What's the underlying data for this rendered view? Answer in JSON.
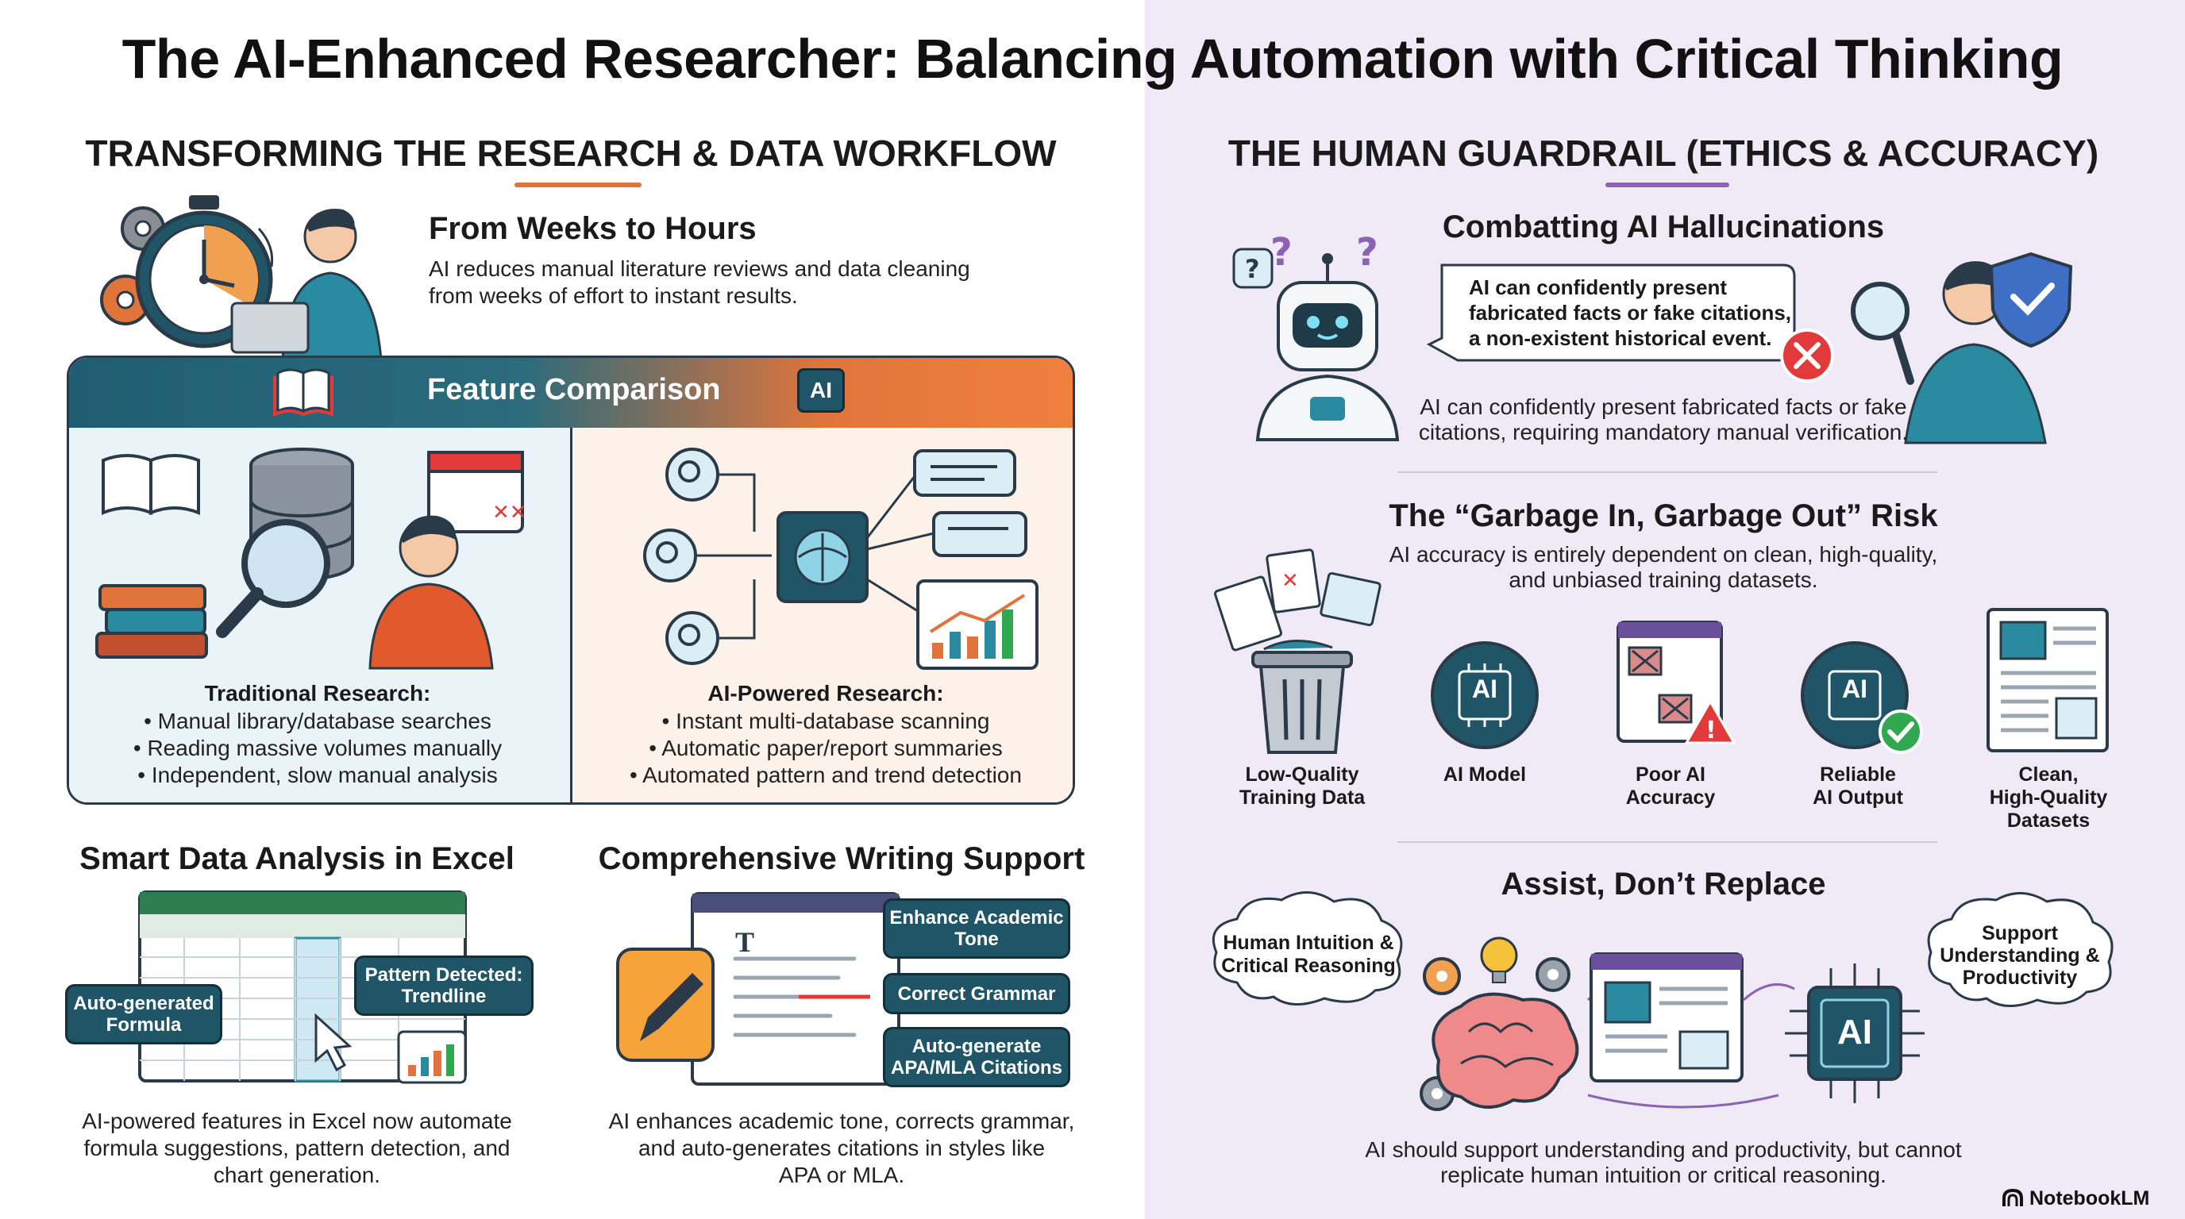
{
  "title": "The AI-Enhanced Researcher: Balancing Automation with Critical Thinking",
  "left": {
    "section_title": "TRANSFORMING THE RESEARCH & DATA WORKFLOW",
    "weeks": {
      "heading": "From Weeks to Hours",
      "body": [
        "AI reduces manual literature reviews and data cleaning",
        "from weeks of effort to instant results."
      ]
    },
    "comparison": {
      "header": "Feature Comparison",
      "ai_badge": "AI",
      "traditional": {
        "title": "Traditional Research:",
        "items": [
          "• Manual library/database searches",
          "• Reading massive volumes manually",
          "• Independent, slow manual analysis"
        ]
      },
      "ai_powered": {
        "title": "AI-Powered Research:",
        "items": [
          "• Instant multi-database scanning",
          "• Automatic paper/report summaries",
          "• Automated pattern and trend detection"
        ]
      }
    },
    "excel": {
      "heading": "Smart Data Analysis in Excel",
      "callout_formula": "Auto-generated Formula",
      "callout_pattern": "Pattern Detected: Trendline",
      "body": [
        "AI-powered features in Excel now automate",
        "formula suggestions, pattern detection, and",
        "chart generation."
      ]
    },
    "writing": {
      "heading": "Comprehensive Writing Support",
      "doc_letter": "T",
      "callout_tone": "Enhance Academic Tone",
      "callout_grammar": "Correct Grammar",
      "callout_citations": "Auto-generate APA/MLA Citations",
      "body": [
        "AI enhances academic tone, corrects grammar,",
        "and auto-generates citations in styles like",
        "APA or MLA."
      ]
    }
  },
  "right": {
    "section_title": "THE HUMAN GUARDRAIL (ETHICS & ACCURACY)",
    "hallucinations": {
      "heading": "Combatting AI Hallucinations",
      "bubble": [
        "AI can confidently present",
        "fabricated facts or fake citations,",
        "a non-existent historical event."
      ],
      "body": [
        "AI can confidently present fabricated facts or fake",
        "citations, requiring mandatory manual verification."
      ]
    },
    "garbage": {
      "heading": "The “Garbage In, Garbage Out” Risk",
      "body": [
        "AI accuracy is entirely dependent on clean, high-quality,",
        "and unbiased training datasets."
      ],
      "steps": [
        {
          "label": [
            "Low-Quality",
            "Training Data"
          ]
        },
        {
          "label": [
            "AI Model"
          ]
        },
        {
          "label": [
            "Poor AI",
            "Accuracy"
          ]
        },
        {
          "label": [
            "Reliable",
            "AI Output"
          ]
        },
        {
          "label": [
            "Clean,",
            "High-Quality",
            "Datasets"
          ]
        }
      ],
      "ai_chip": "AI"
    },
    "assist": {
      "heading": "Assist, Don’t Replace",
      "cloud_left": [
        "Human Intuition &",
        "Critical Reasoning"
      ],
      "cloud_right": [
        "Support",
        "Understanding &",
        "Productivity"
      ],
      "ai_chip": "AI",
      "body": [
        "AI should support understanding and productivity, but cannot",
        "replicate human intuition or critical reasoning."
      ]
    }
  },
  "brand": "NotebookLM",
  "colors": {
    "teal": "#1f5566",
    "orange": "#f0803e",
    "purple": "#8a63b3",
    "red": "#e23a3a",
    "green": "#2fa84f",
    "panel_right": "#efeaf6"
  }
}
